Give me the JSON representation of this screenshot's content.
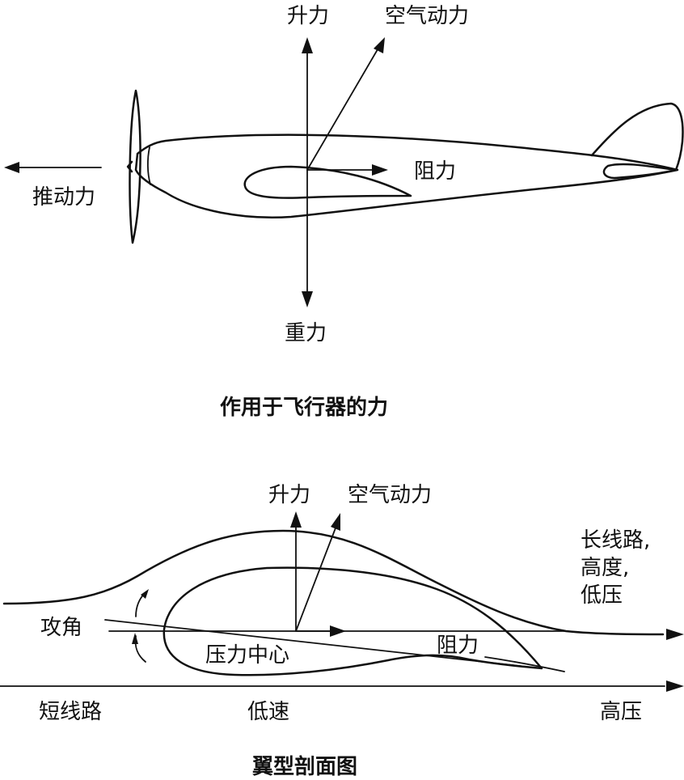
{
  "figure1": {
    "labels": {
      "lift": "升力",
      "aero_force": "空气动力",
      "drag": "阻力",
      "thrust": "推动力",
      "weight": "重力"
    },
    "caption": "作用于飞行器的力"
  },
  "figure2": {
    "labels": {
      "lift": "升力",
      "aero_force": "空气动力",
      "upper_line1": "长线路,",
      "upper_line2": "高度,",
      "upper_line3": "低压",
      "angle_of_attack": "攻角",
      "center_of_pressure": "压力中心",
      "drag": "阻力",
      "short_path": "短线路",
      "low_speed": "低速",
      "high_pressure": "高压"
    },
    "caption": "翼型剖面图"
  }
}
